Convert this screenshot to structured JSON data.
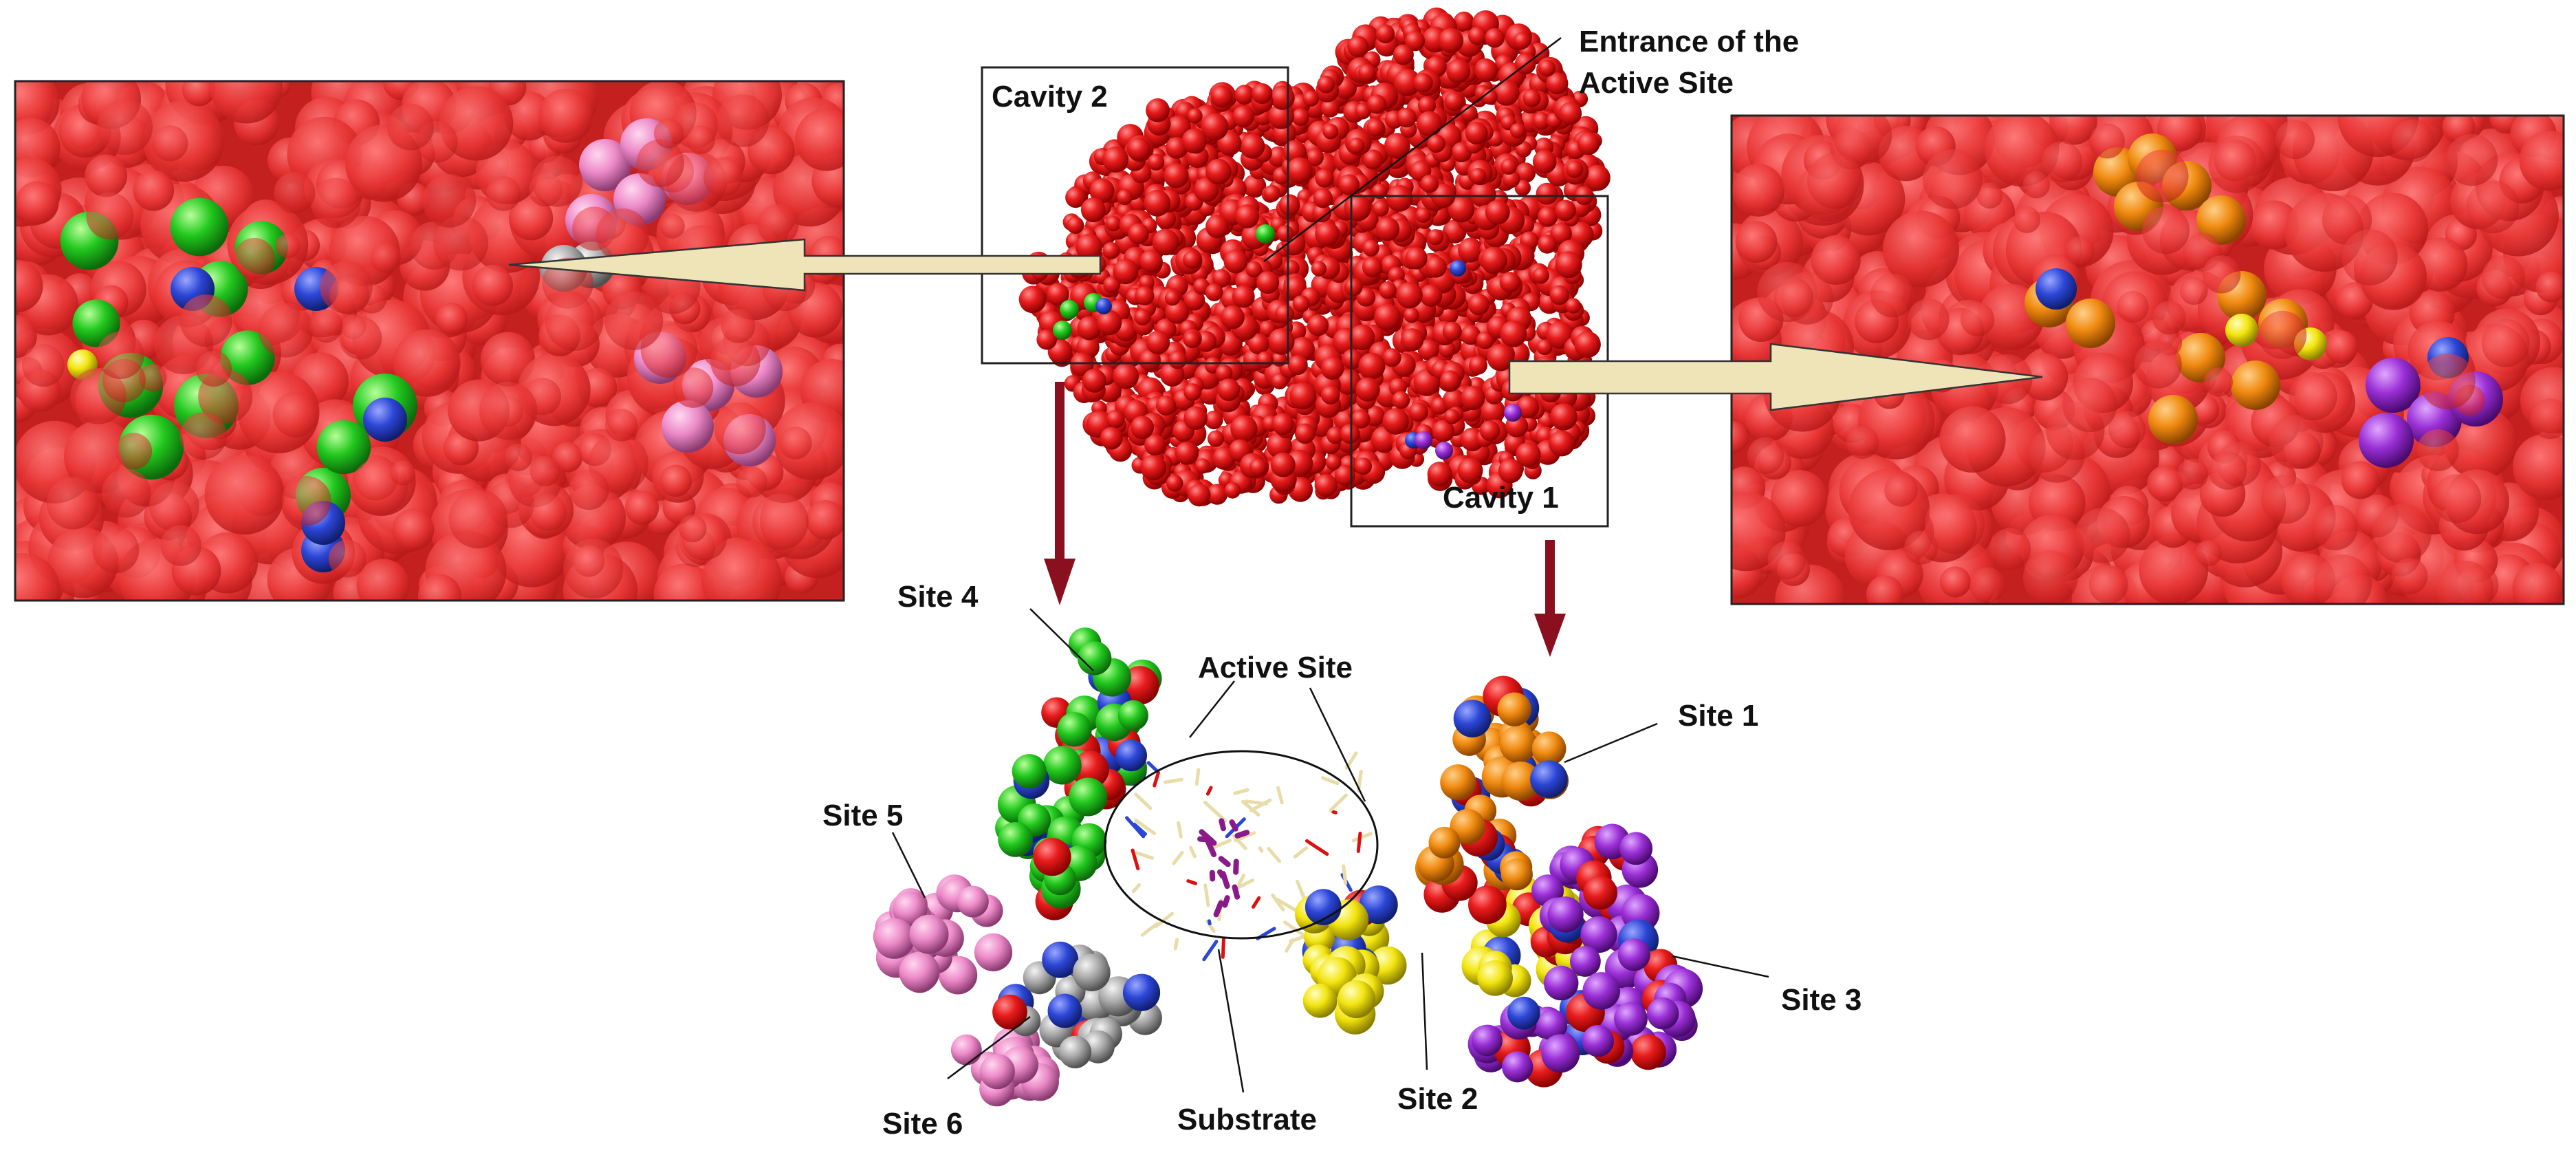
{
  "labels": {
    "cavity_2": "Cavity 2",
    "cavity_1": "Cavity 1",
    "entrance_line1": "Entrance of the",
    "entrance_line2": "Active Site",
    "active_site": "Active Site",
    "site_1": "Site 1",
    "site_2": "Site 2",
    "site_3": "Site 3",
    "site_4": "Site 4",
    "site_5": "Site 5",
    "site_6": "Site 6",
    "substrate": "Substrate"
  },
  "colors": {
    "protein_surface": "#e01a1a",
    "protein_surface_light": "#ff6a6a",
    "site_1": "#f08a10",
    "site_2": "#f2e40e",
    "site_3": "#9a2fd6",
    "site_4": "#22c81e",
    "site_5": "#ec8ac8",
    "site_6": "#a8a8a8",
    "nitrogen": "#2c46d6",
    "oxygen": "#dc1010",
    "arrow_fill": "#efe4b8",
    "down_arrow": "#8a1020",
    "substrate_sticks": "#e8dca8",
    "substrate_core": "#8a1a8a"
  },
  "icons": {
    "arrow_left": "horizontal-block-arrow-left",
    "arrow_right": "horizontal-block-arrow-right",
    "arrow_down": "vertical-arrow-down"
  }
}
